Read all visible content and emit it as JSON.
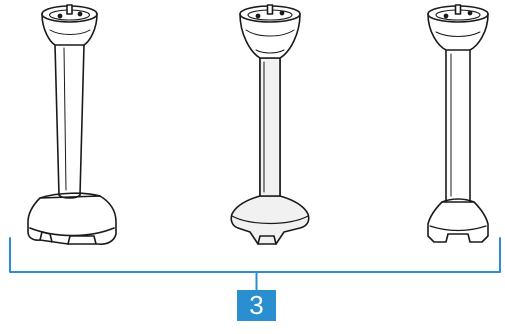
{
  "figure": {
    "callout": {
      "number": "3",
      "color": "#2a8fd0"
    },
    "parts": [
      {
        "name": "blender-shaft-1"
      },
      {
        "name": "blender-shaft-2"
      },
      {
        "name": "blender-shaft-3"
      }
    ],
    "colors": {
      "outline": "#1a1a1a",
      "body_fill": "#ffffff",
      "shaded_fill": "#f1f1f1",
      "bracket": "#2a8fd0"
    }
  }
}
